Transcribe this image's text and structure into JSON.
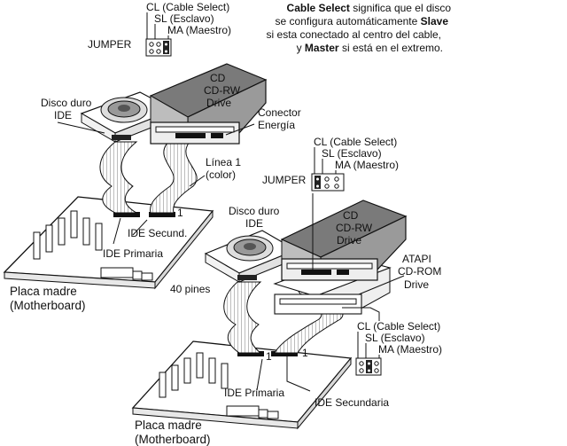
{
  "top_note": {
    "line1_bold": "Cable Select",
    "line1_rest": " significa que el disco",
    "line2_pre": "se configura automáticamente ",
    "line2_bold": "Slave",
    "line3": "si esta conectado al centro del cable,",
    "line4_pre": "y ",
    "line4_bold": "Master",
    "line4_rest": " si está en el extremo."
  },
  "jumper_legend_1": {
    "cs": "CL (Cable Select)",
    "sl": "SL (Esclavo)",
    "ma": "MA (Maestro)",
    "jumper": "JUMPER"
  },
  "jumper_legend_2": {
    "cs": "CL (Cable Select)",
    "sl": "SL (Esclavo)",
    "ma": "MA (Maestro)",
    "jumper": "JUMPER"
  },
  "jumper_legend_3": {
    "cs": "CL (Cable Select)",
    "sl": "SL (Esclavo)",
    "ma": "MA (Maestro)"
  },
  "scene1": {
    "hdd_line1": "Disco duro",
    "hdd_line2": "IDE",
    "cd_line1": "CD",
    "cd_line2": "CD-RW",
    "cd_line3": "Drive",
    "power_line1": "Conector",
    "power_line2": "Energía",
    "line1_a": "Línea 1",
    "line1_b": "(color)",
    "pin1": "1",
    "ide_secund": "IDE Secund.",
    "ide_primaria": "IDE Primaria",
    "mobo_line1": "Placa madre",
    "mobo_line2": "(Motherboard)"
  },
  "scene2": {
    "hdd_line1": "Disco duro",
    "hdd_line2": "IDE",
    "cd_line1": "CD",
    "cd_line2": "CD-RW",
    "cd_line3": "Drive",
    "atapi_1": "ATAPI",
    "atapi_2": "CD-ROM",
    "atapi_3": "Drive",
    "pines": "40 pines",
    "pin1a": "1",
    "pin1b": "1",
    "ide_primaria": "IDE Primaria",
    "ide_secundaria": "IDE Secundaria",
    "mobo_line1": "Placa madre",
    "mobo_line2": "(Motherboard)"
  }
}
